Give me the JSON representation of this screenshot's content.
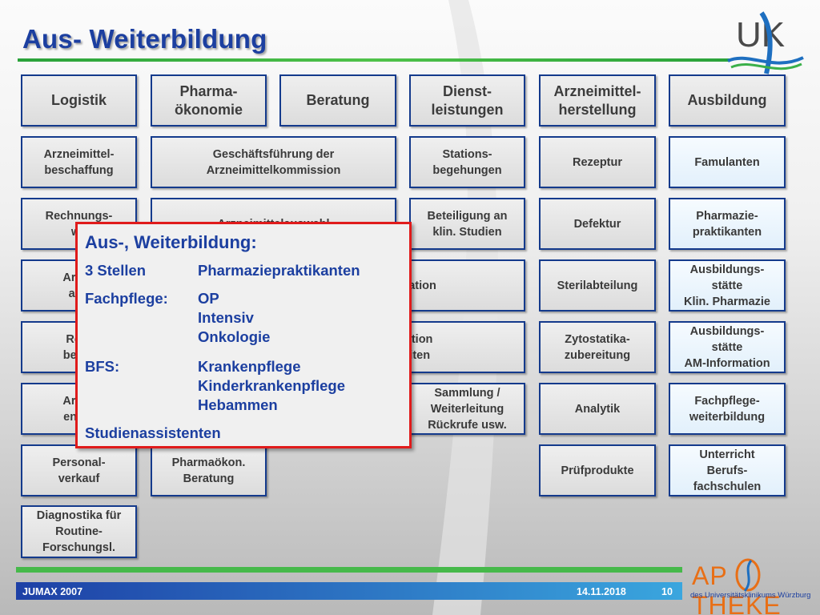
{
  "slide": {
    "title": "Aus- Weiterbildung"
  },
  "columns": [
    {
      "header": "Logistik",
      "items": [
        "Arzneimittel-\nbeschaffung",
        "Rechnungs-\nwe",
        "Arzne\nabg",
        "Reto\nbearb",
        "Arzne\nentso",
        "Personal-\nverkauf",
        "Diagnostika für\nRoutine-\nForschungsl."
      ]
    },
    {
      "header": "Pharma-\nökonomie",
      "items": [
        "Geschäftsführung der\nArzneimittelkommission",
        "Arzneimittelauswahl",
        "Pharmaökon.\nBeratung"
      ]
    },
    {
      "header": "Beratung",
      "items": []
    },
    {
      "header": "Dienst-\nleistungen",
      "items": [
        "Stations-\nbegehungen",
        "Beteiligung an\nklin. Studien",
        "nformation",
        "uf Station\nn Visiten",
        "Sammlung /\nWeiterleitung\nRückrufe usw."
      ]
    },
    {
      "header": "Arzneimittel-\nherstellung",
      "items": [
        "Rezeptur",
        "Defektur",
        "Sterilabteilung",
        "Zytostatika-\nzubereitung",
        "Analytik",
        "Prüfprodukte"
      ]
    },
    {
      "header": "Ausbildung",
      "items": [
        "Famulanten",
        "Pharmazie-\npraktikanten",
        "Ausbildungs-\nstätte\nKlin. Pharmazie",
        "Ausbildungs-\nstätte\nAM-Information",
        "Fachpflege-\nweiterbildung",
        "Unterricht\nBerufs-\nfachschulen"
      ]
    }
  ],
  "popup": {
    "title": "Aus-, Weiterbildung:",
    "rows": [
      {
        "label": "3 Stellen",
        "values": [
          "Pharmaziepraktikanten"
        ]
      },
      {
        "label": "Fachpflege:",
        "values": [
          "OP",
          "Intensiv",
          "Onkologie"
        ]
      },
      {
        "label": "BFS:",
        "values": [
          "Krankenpflege",
          "Kinderkrankenpflege",
          "Hebammen"
        ]
      },
      {
        "label": "Studienassistenten",
        "values": []
      }
    ]
  },
  "footer": {
    "left": "JUMAX 2007",
    "date": "14.11.2018",
    "page": "10"
  },
  "logos": {
    "uk": "UK",
    "apotheke_word": "AP  THEKE",
    "apotheke_sub": "des Universitätsklinikums Würzburg"
  },
  "colors": {
    "title_blue": "#1c3fa0",
    "rule_green": "#46b94a",
    "popup_border": "#e01b1b",
    "box_border": "#143a8c",
    "apotheke_orange": "#e86f16"
  }
}
